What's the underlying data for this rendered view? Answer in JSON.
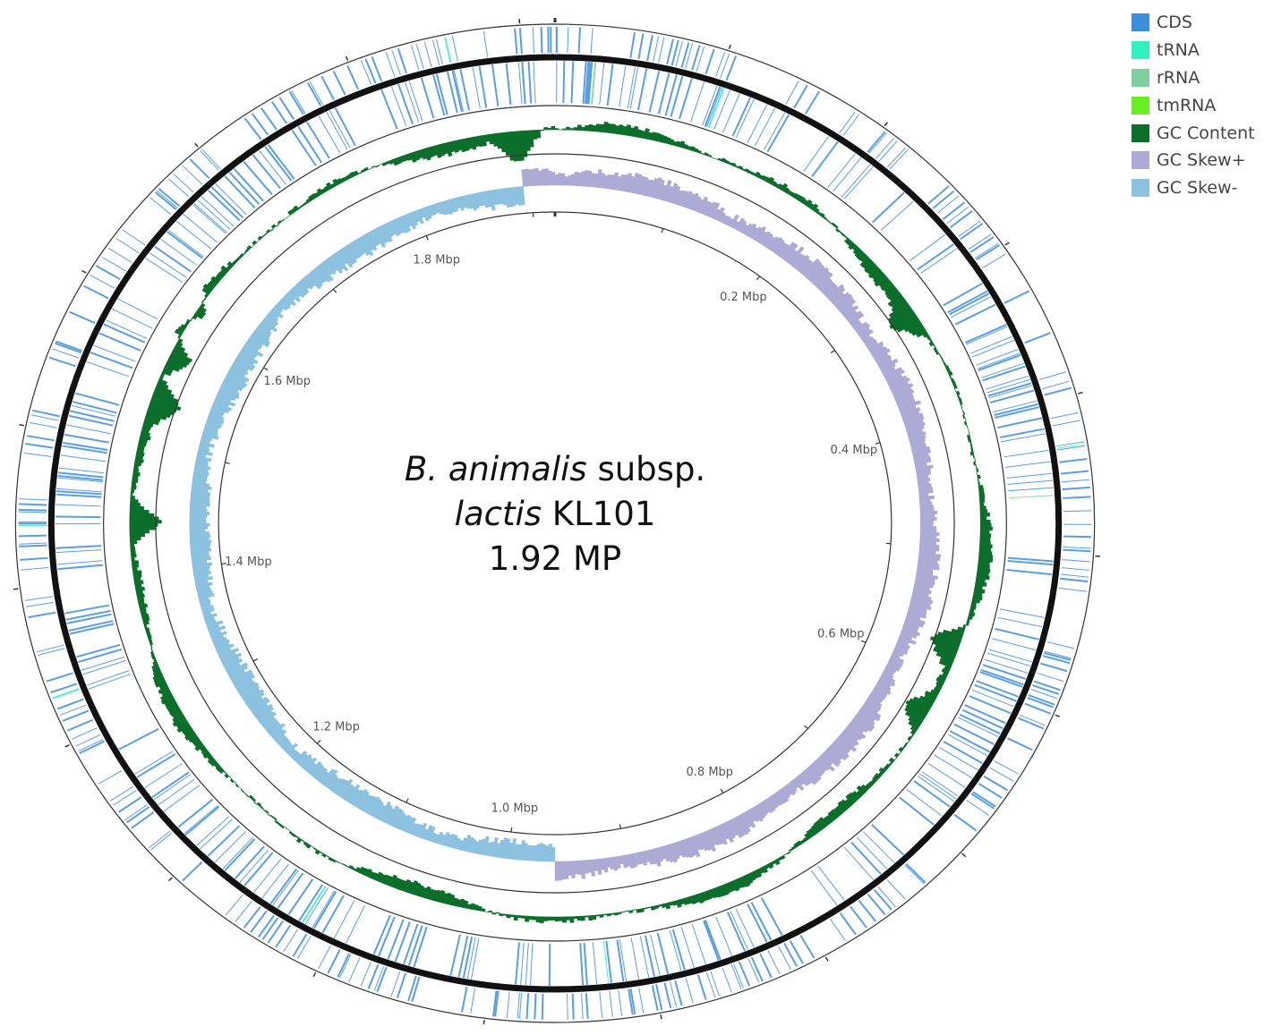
{
  "genome": {
    "length_mbp": 1.92
  },
  "title": {
    "line1_italic": "B. animalis",
    "line1_rest": " subsp.",
    "line2_italic": "lactis",
    "line2_rest": " KL101",
    "line3": "1.92 MP"
  },
  "tick_labels": [
    "0.2 Mbp",
    "0.4 Mbp",
    "0.6 Mbp",
    "0.8 Mbp",
    "1.0 Mbp",
    "1.2 Mbp",
    "1.4 Mbp",
    "1.6 Mbp",
    "1.8 Mbp"
  ],
  "tick_positions_mbp": [
    0.2,
    0.4,
    0.6,
    0.8,
    1.0,
    1.2,
    1.4,
    1.6,
    1.8
  ],
  "legend": [
    {
      "label": "CDS",
      "color": "#3d8fdc"
    },
    {
      "label": "tRNA",
      "color": "#33f0c0"
    },
    {
      "label": "rRNA",
      "color": "#7fcf9f"
    },
    {
      "label": "tmRNA",
      "color": "#66ee22"
    },
    {
      "label": "GC Content",
      "color": "#0b6e2a"
    },
    {
      "label": "GC Skew+",
      "color": "#aeaad6"
    },
    {
      "label": "GC Skew-",
      "color": "#8cc2e0"
    }
  ]
}
